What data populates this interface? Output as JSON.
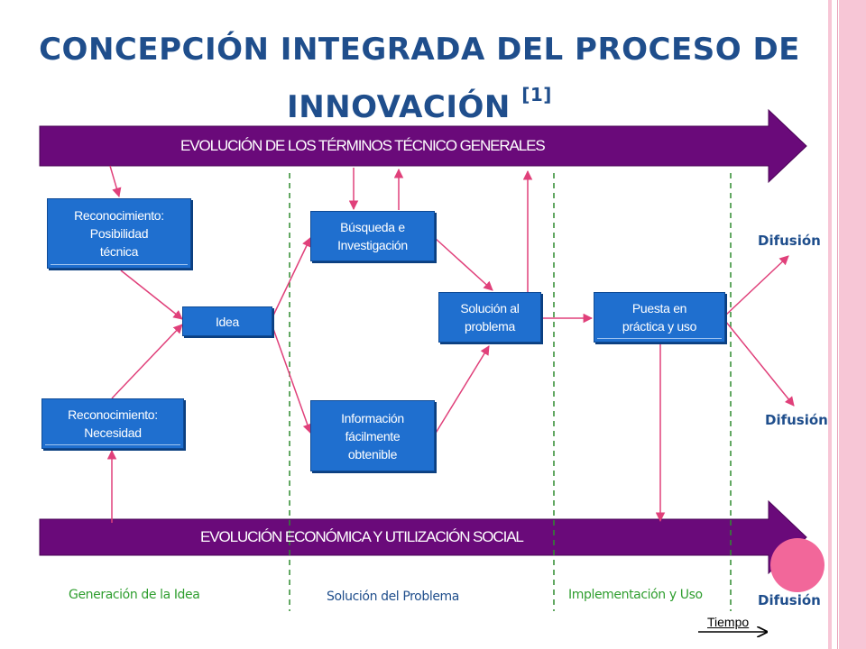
{
  "colors": {
    "title": "#1f4e8c",
    "band": "#6a0a7a",
    "box": "#1f6fcf",
    "connector": "#e0407a",
    "divider": "#2e8b2e",
    "phase_green": "#2f9e2f",
    "phase_blue": "#1f4e8c",
    "side_stripe": "#f7c6d6",
    "pink_circle": "#f2679a"
  },
  "title": {
    "main": "CONCEPCIÓN INTEGRADA DEL PROCESO DE INNOVACIÓN",
    "ref": "[1]"
  },
  "bands": {
    "top": "EVOLUCIÓN DE LOS TÉRMINOS TÉCNICO GENERALES",
    "bottom": "EVOLUCIÓN ECONÓMICA Y UTILIZACIÓN SOCIAL"
  },
  "boxes": {
    "reconocimiento_tecnica": [
      "Reconocimiento:",
      "Posibilidad",
      "técnica"
    ],
    "reconocimiento_necesidad": [
      "Reconocimiento:",
      "Necesidad"
    ],
    "idea": [
      "Idea"
    ],
    "busqueda": [
      "Búsqueda e",
      "Investigación"
    ],
    "informacion": [
      "Información",
      "fácilmente",
      "obtenible"
    ],
    "solucion": [
      "Solución al",
      "problema"
    ],
    "puesta": [
      "Puesta en",
      "práctica y uso"
    ]
  },
  "difusion": [
    "Difusión",
    "Difusión",
    "Difusión"
  ],
  "phases": {
    "generacion": "Generación de la Idea",
    "solucion": "Solución del Problema",
    "implementacion": "Implementación y Uso"
  },
  "tiempo": "Tiempo"
}
